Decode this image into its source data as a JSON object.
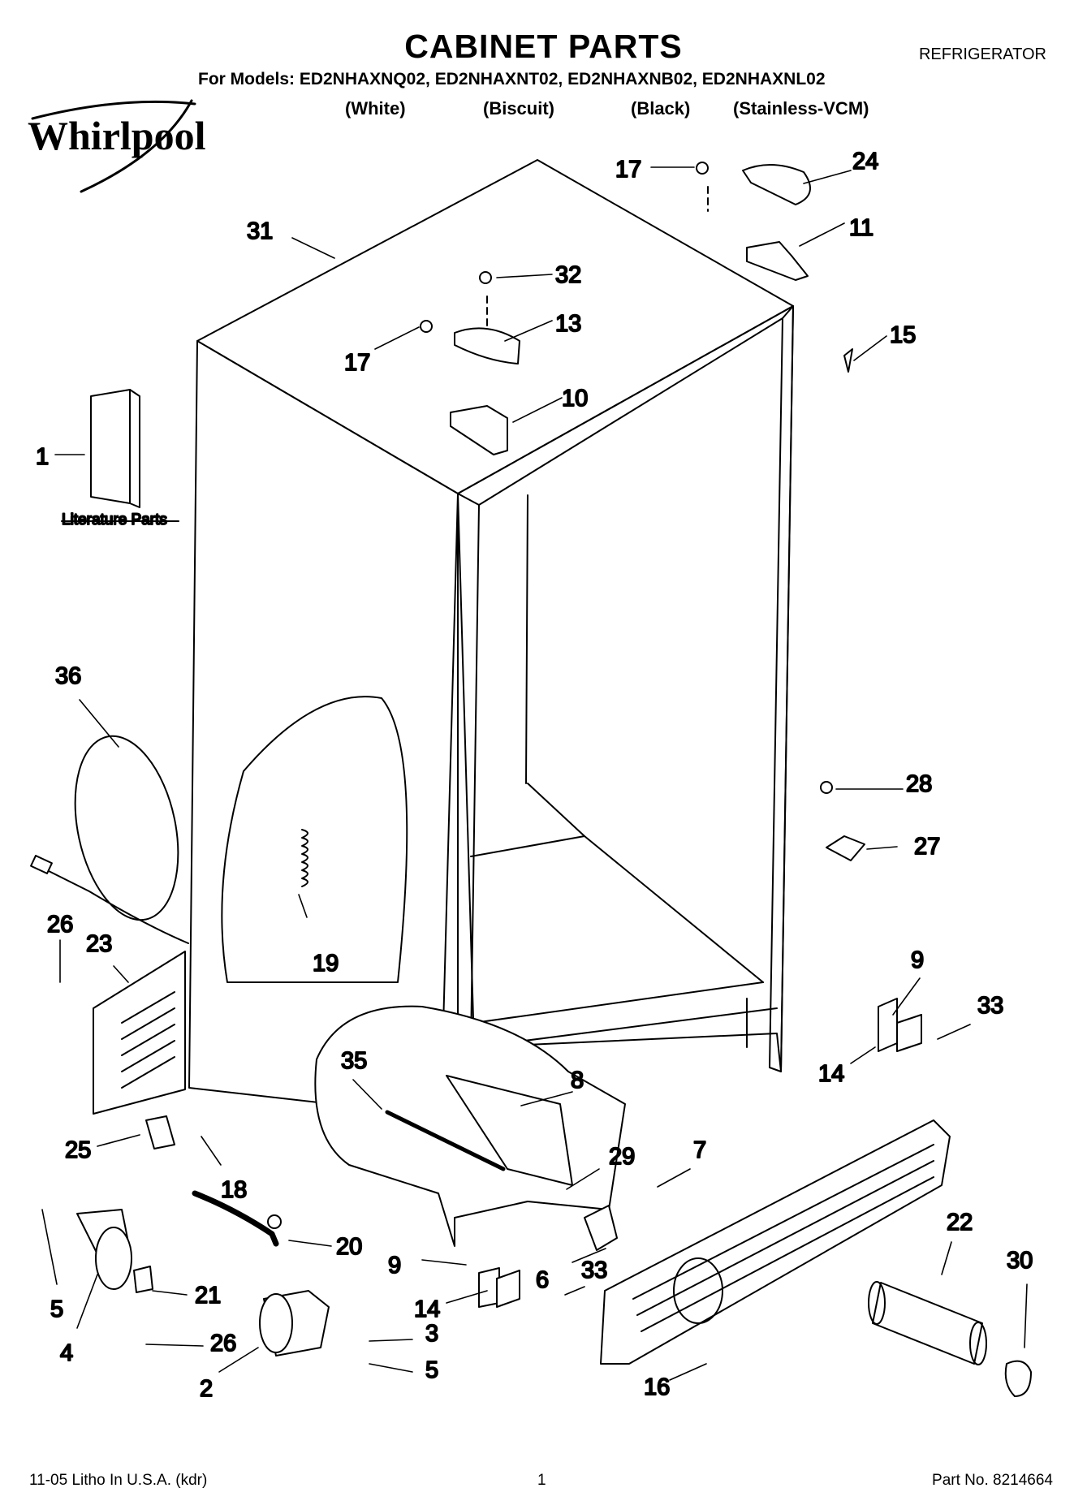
{
  "header": {
    "title": "CABINET PARTS",
    "category": "REFRIGERATOR",
    "models_line": "For Models: ED2NHAXNQ02, ED2NHAXNT02, ED2NHAXNB02, ED2NHAXNL02",
    "color_labels": [
      "(White)",
      "(Biscuit)",
      "(Black)",
      "(Stainless-VCM)"
    ],
    "brand": "Whirlpool"
  },
  "literature_label": "Literature Parts",
  "callouts": [
    "31",
    "17",
    "24",
    "11",
    "32",
    "13",
    "17",
    "15",
    "10",
    "1",
    "36",
    "28",
    "27",
    "26",
    "23",
    "19",
    "9",
    "33",
    "14",
    "35",
    "8",
    "25",
    "18",
    "29",
    "7",
    "20",
    "9",
    "6",
    "33",
    "22",
    "30",
    "5",
    "21",
    "14",
    "3",
    "4",
    "26",
    "2",
    "5",
    "16"
  ],
  "footer": {
    "left": "11-05 Litho In U.S.A. (kdr)",
    "page": "1",
    "part_no": "Part No. 8214664"
  }
}
